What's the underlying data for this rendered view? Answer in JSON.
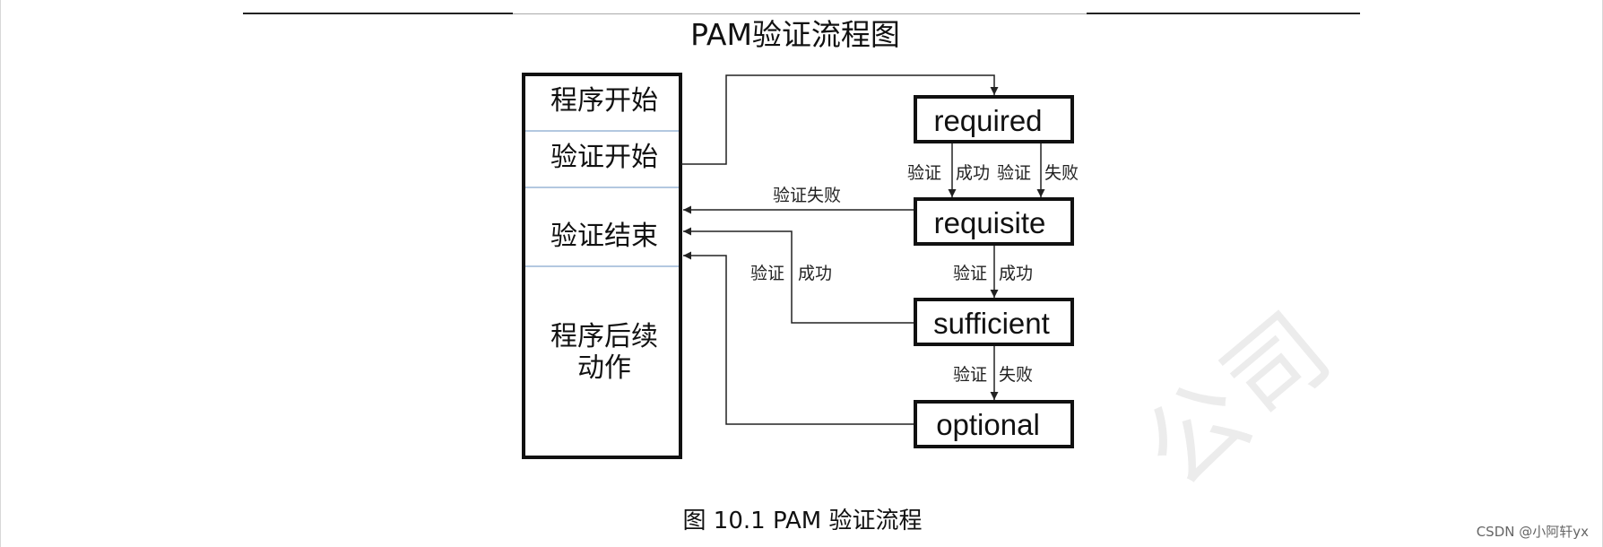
{
  "title": "PAM验证流程图",
  "caption": "图 10.1 PAM 验证流程",
  "credit": "CSDN @小阿轩yx",
  "watermark": "公司",
  "program_column": {
    "sections": [
      "程序开始",
      "验证开始",
      "验证结束"
    ],
    "tail_line1": "程序后续",
    "tail_line2": "动作"
  },
  "controls": {
    "required": "required",
    "requisite": "requisite",
    "sufficient": "sufficient",
    "optional": "optional"
  },
  "edge_labels": {
    "required_success_a": "验证",
    "required_success_b": "成功",
    "required_fail_a": "验证",
    "required_fail_b": "失败",
    "requisite_fail": "验证失败",
    "requisite_success_a": "验证",
    "requisite_success_b": "成功",
    "sufficient_success_a": "验证",
    "sufficient_success_b": "成功",
    "sufficient_fail_a": "验证",
    "sufficient_fail_b": "失败"
  },
  "colors": {
    "line": "#222222",
    "box_border": "#111111",
    "section_divider": "#9ab5d6"
  }
}
